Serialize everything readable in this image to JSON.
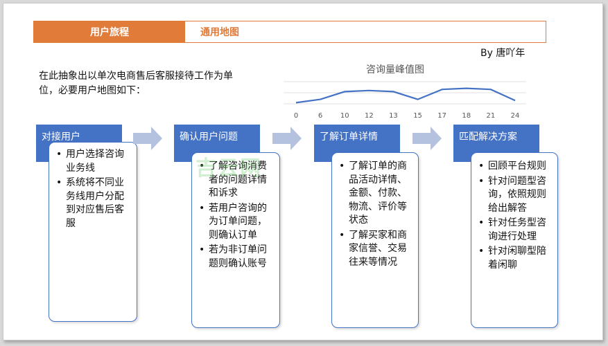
{
  "tabs": {
    "active": "用户旅程",
    "inactive": "通用地图"
  },
  "author": "By 唐吖年",
  "intro": "在此抽象出以单次电商售后客服接待工作为单位，必要用户地图如下：",
  "watermark": "吉云网",
  "colors": {
    "accent_orange": "#e07b39",
    "accent_blue": "#4472c4",
    "arrow": "#b4c2e0",
    "line": "#4472c4"
  },
  "chart_data": {
    "type": "line",
    "title": "咨询量峰值图",
    "categories": [
      "0",
      "6",
      "10",
      "12",
      "13",
      "15",
      "17",
      "18",
      "21",
      "24"
    ],
    "values": [
      1,
      4,
      11,
      12,
      11,
      4,
      13,
      14,
      13,
      3
    ],
    "ylim": [
      0,
      20
    ],
    "grid": true,
    "yaxis_shown": false
  },
  "steps": [
    {
      "title": "对接用户",
      "items": [
        "用户选择咨询业务线",
        "系统将不同业务线用户分配到对应售后客服"
      ]
    },
    {
      "title": "确认用户问题",
      "items": [
        "了解咨询消费者的问题详情和诉求",
        "若用户咨询的为订单问题，则确认订单",
        "若为非订单问题则确认账号"
      ]
    },
    {
      "title": "了解订单详情",
      "items": [
        "了解订单的商品活动详情、金额、付款、物流、评价等状态",
        "了解买家和商家信誉、交易往来等情况"
      ]
    },
    {
      "title": "匹配解决方案",
      "items": [
        "回顾平台规则",
        "针对问题型咨询，依照规则给出解答",
        "针对任务型咨询进行处理",
        "针对闲聊型陪着闲聊"
      ]
    }
  ]
}
